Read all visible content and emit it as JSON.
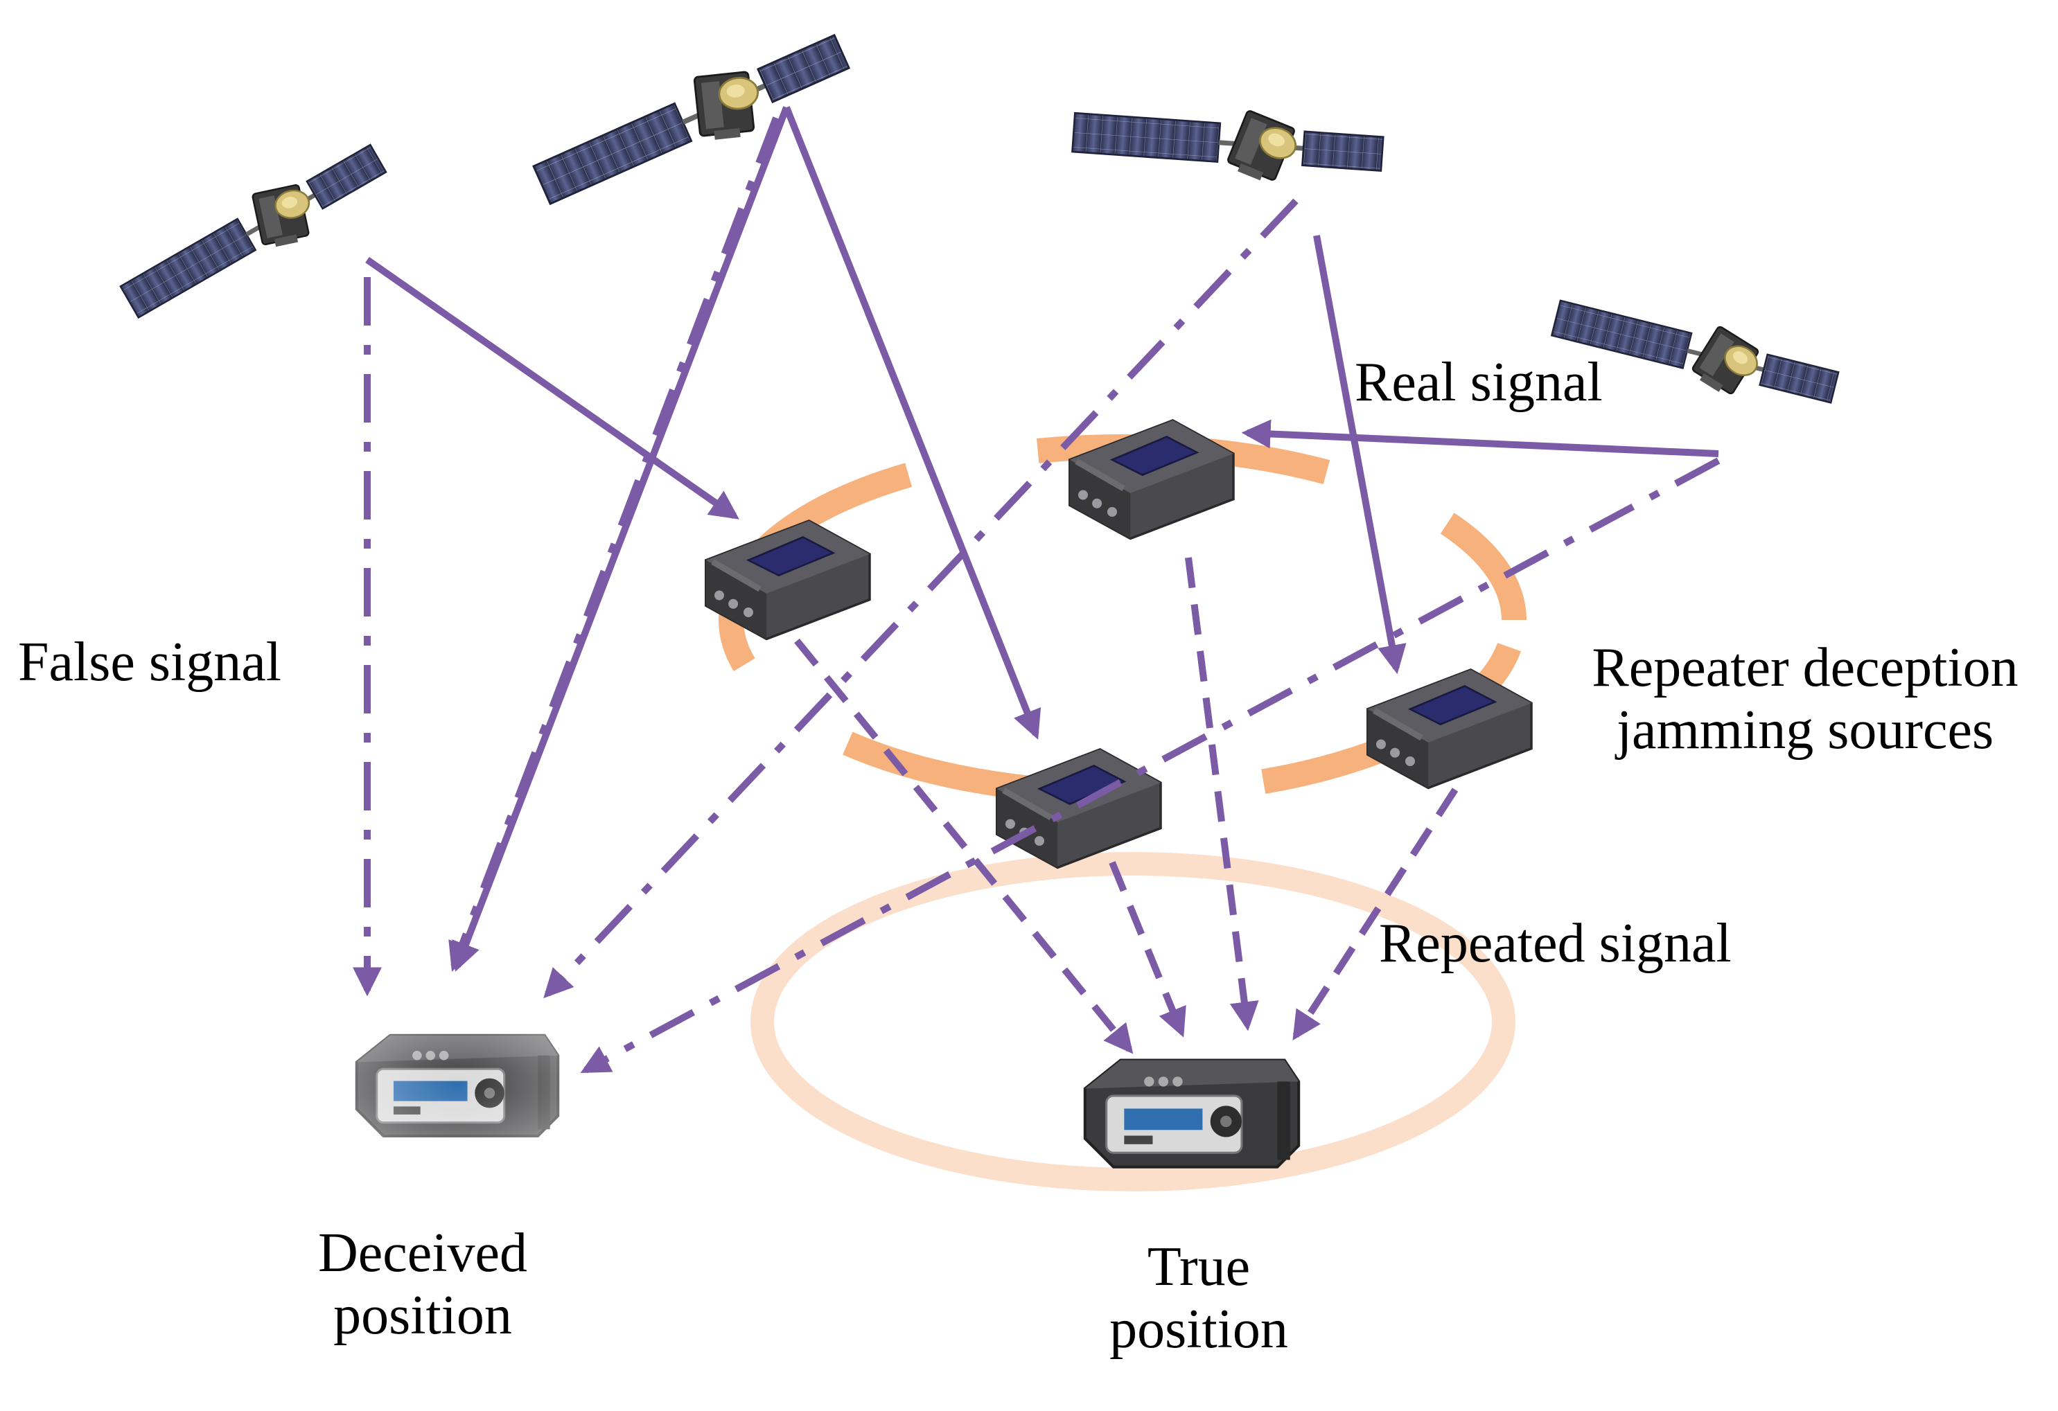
{
  "colors": {
    "arrow": "#7b5aa6",
    "ring": "#f6b17c",
    "ring_faint": "#fbd9c2",
    "device_dark": "#3b3b3e",
    "device_screen": "#2b2c6e"
  },
  "labels": {
    "false_signal": "False signal",
    "real_signal": "Real signal",
    "repeater_line1": "Repeater deception",
    "repeater_line2": "jamming sources",
    "repeated_signal": "Repeated signal",
    "deceived_line1": "Deceived",
    "deceived_line2": "position",
    "true_line1": "True",
    "true_line2": "position"
  },
  "icons": {
    "satellite": "satellite-icon",
    "repeater": "repeater-device-icon",
    "receiver": "gnss-receiver-icon"
  }
}
